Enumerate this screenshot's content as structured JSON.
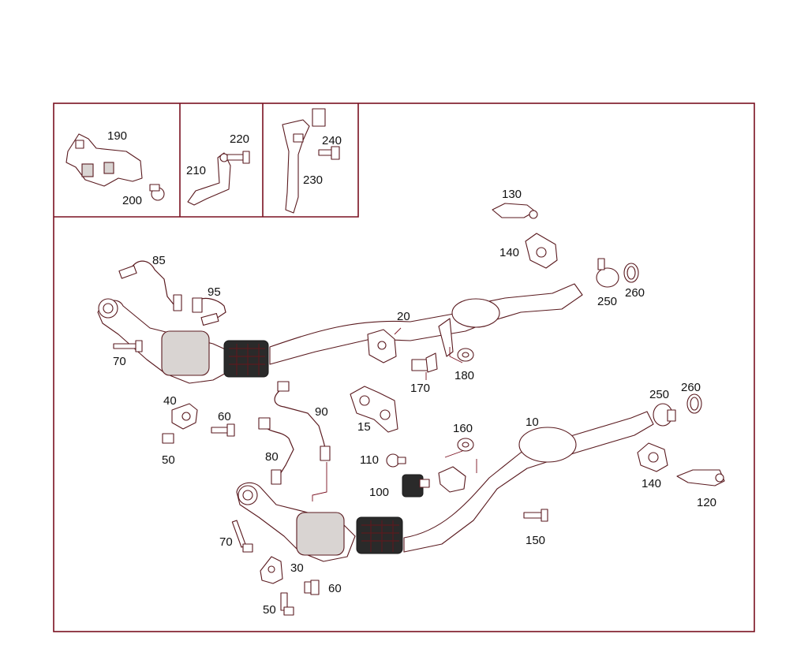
{
  "diagram": {
    "title": "",
    "part_numbers": {
      "p10": "10",
      "p15": "15",
      "p20": "20",
      "p30": "30",
      "p40": "40",
      "p50a": "50",
      "p50b": "50",
      "p60a": "60",
      "p60b": "60",
      "p70a": "70",
      "p70b": "70",
      "p80": "80",
      "p85": "85",
      "p90": "90",
      "p95": "95",
      "p100": "100",
      "p110": "110",
      "p120": "120",
      "p130": "130",
      "p140a": "140",
      "p140b": "140",
      "p150": "150",
      "p160": "160",
      "p170": "170",
      "p180": "180",
      "p190": "190",
      "p200": "200",
      "p210": "210",
      "p220": "220",
      "p230": "230",
      "p240": "240",
      "p250a": "250",
      "p250b": "250",
      "p260a": "260",
      "p260b": "260"
    }
  }
}
